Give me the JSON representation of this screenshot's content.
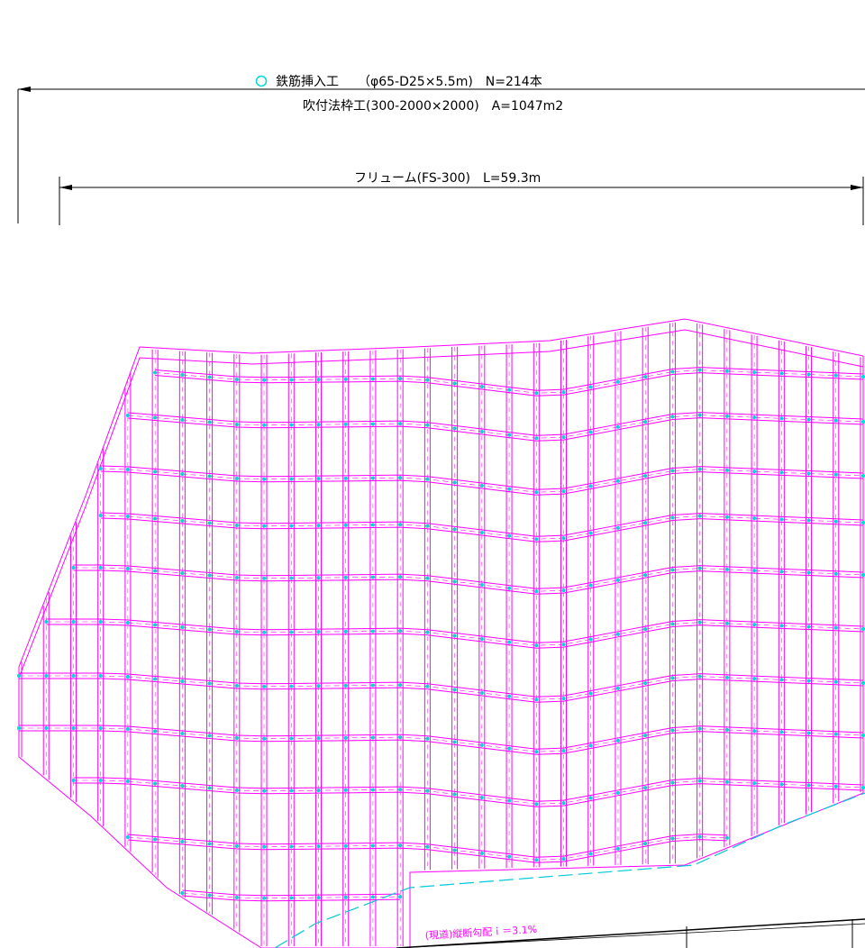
{
  "annotations": {
    "rebar_marker_symbol": "○",
    "rebar_line": "鉄筋挿入工　　（φ65-D25×5.5m)　N=214本",
    "frame_line": "吹付法枠工(300-2000×2000)　A=1047m2",
    "flume_line": "フリューム(FS-300)　L=59.3m",
    "gradient_label": "(現道)縦断勾配ｉ＝3.1%"
  },
  "colors": {
    "frame": "#ff00ff",
    "rebar_point": "#00d8d8",
    "flume": "#00c8d8",
    "dimension": "#000000",
    "road": "#000000"
  },
  "icons": {
    "rebar_marker": "cyan-circle-icon"
  }
}
